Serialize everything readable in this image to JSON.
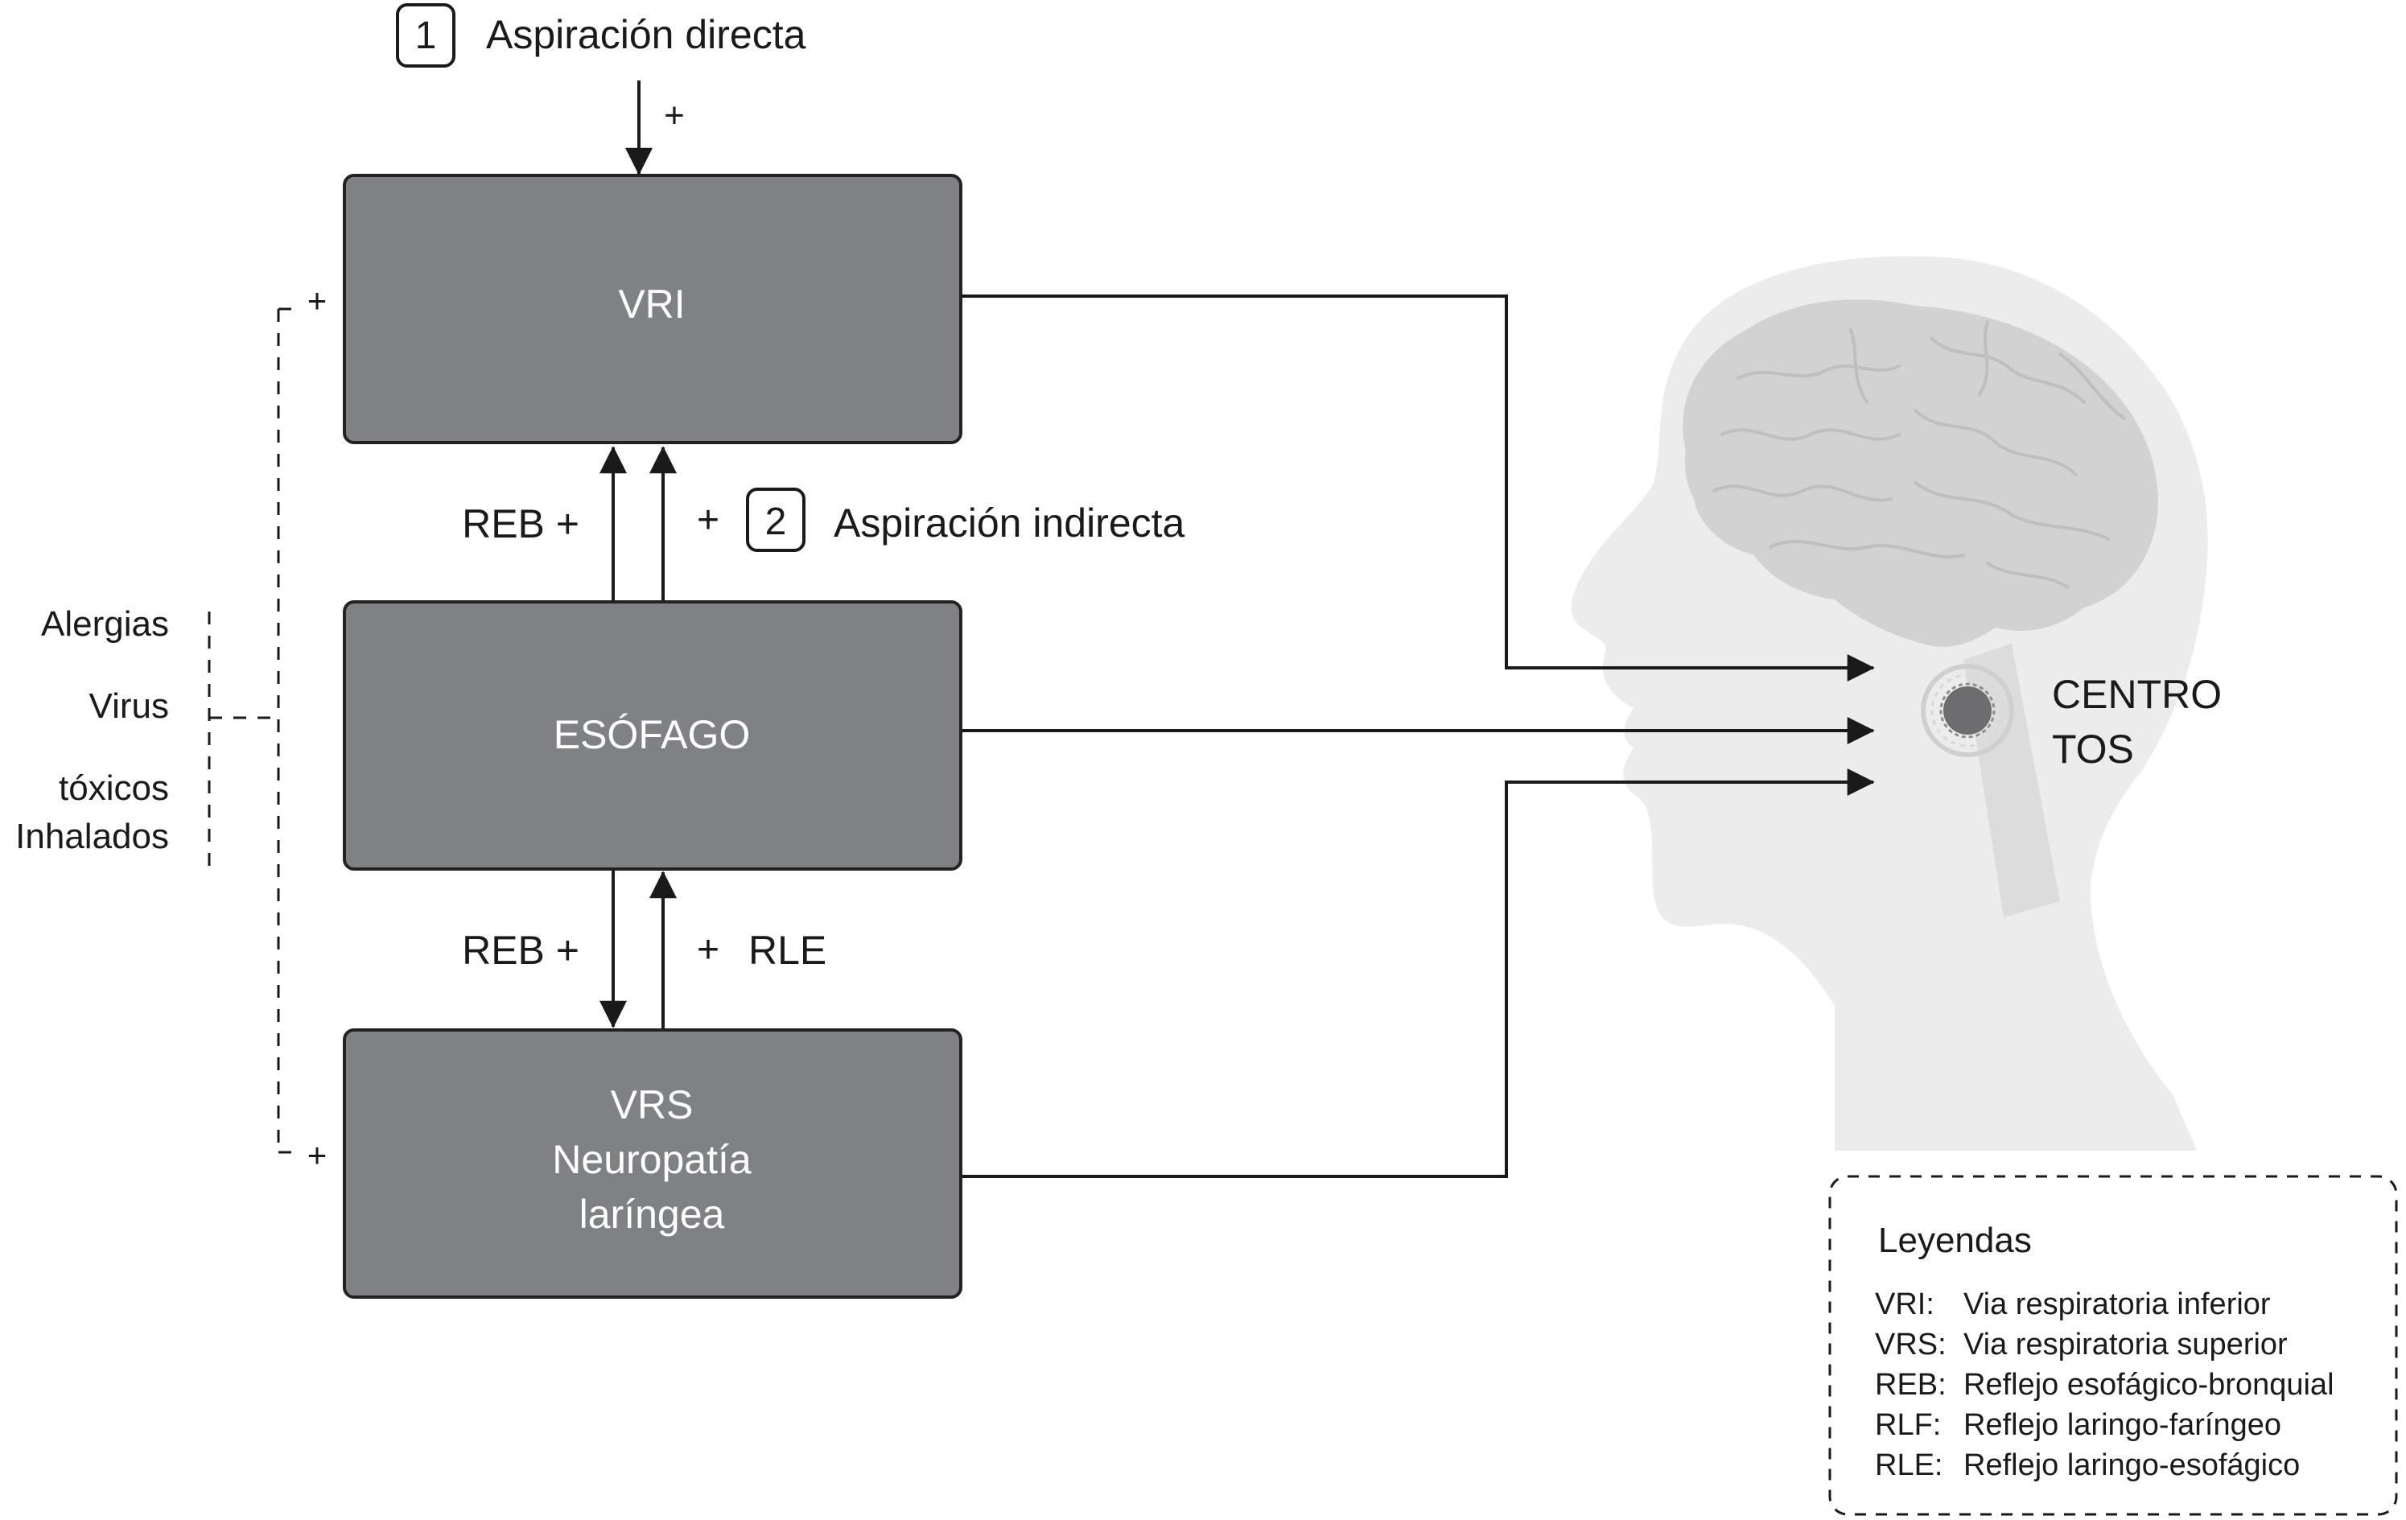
{
  "step1": {
    "number": "1",
    "label": "Aspiración directa"
  },
  "step2": {
    "number": "2",
    "label": "Aspiración indirecta"
  },
  "plus": "+",
  "boxes": {
    "vri": "VRI",
    "esofago": "ESÓFAGO",
    "vrs_line1": "VRS",
    "vrs_line2": "Neuropatía",
    "vrs_line3": "laríngea"
  },
  "reflex": {
    "reb_upper": "REB +",
    "reb_lower": "REB +",
    "plus_upper": "+",
    "plus_lower": "+",
    "rle": "RLE"
  },
  "factors": [
    "Alergias",
    "Virus",
    "tóxicos",
    "Inhalados"
  ],
  "center": {
    "line1": "CENTRO",
    "line2": "TOS"
  },
  "legend": {
    "title": "Leyendas",
    "items": [
      {
        "abbr": "VRI:",
        "text": "Via respiratoria inferior"
      },
      {
        "abbr": "VRS:",
        "text": "Via respiratoria superior"
      },
      {
        "abbr": "REB:",
        "text": "Reflejo esofágico-bronquial"
      },
      {
        "abbr": "RLF:",
        "text": "Reflejo laringo-faríngeo"
      },
      {
        "abbr": "RLE:",
        "text": "Reflejo laringo-esofágico"
      }
    ]
  },
  "colors": {
    "box_fill": "#808184",
    "box_stroke": "#222222",
    "line": "#1a1a1a",
    "head": "#ececec",
    "brain": "#d2d2d3",
    "center_dot": "#6d6d6f"
  }
}
